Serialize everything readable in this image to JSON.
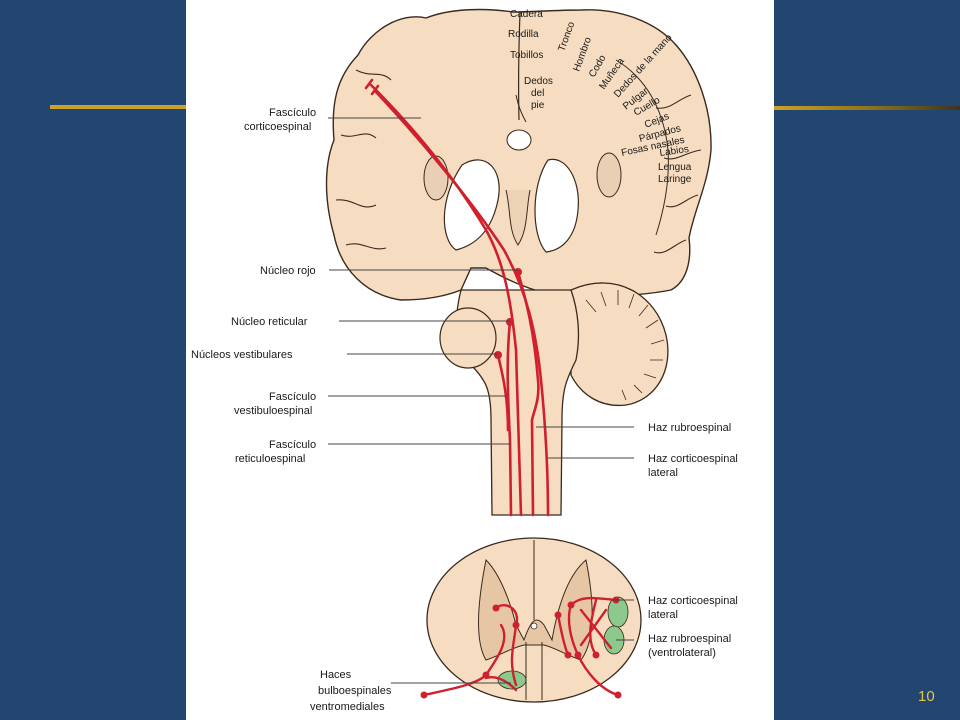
{
  "slide": {
    "number": "10"
  },
  "colors": {
    "background": "#22466f",
    "accent": "#c9a227",
    "tissue": "#f6dcc0",
    "tract": "#d0202e",
    "highlight": "#8dc98c"
  },
  "homunculus": [
    "Cadera",
    "Rodilla",
    "Tronco",
    "Tobillos",
    "Hombro",
    "Codo",
    "Dedos",
    "del",
    "pie",
    "Muñeca",
    "Dedos de la mano",
    "Pulgar",
    "Cuello",
    "Cejas",
    "Párpados",
    "Fosas nasales",
    "Labios",
    "Lengua",
    "Laringe"
  ],
  "labels": {
    "fasc_cortico_1": "Fascículo",
    "fasc_cortico_2": "corticoespinal",
    "nucleo_rojo": "Núcleo rojo",
    "nucleo_reticular": "Núcleo reticular",
    "nucleos_vestibulares": "Núcleos vestibulares",
    "fasc_vestibulo_1": "Fascículo",
    "fasc_vestibulo_2": "vestibuloespinal",
    "fasc_reticulo_1": "Fascículo",
    "fasc_reticulo_2": "reticuloespinal",
    "haz_rubro": "Haz rubroespinal",
    "haz_cortico_lat_1": "Haz corticoespinal",
    "haz_cortico_lat_2": "lateral",
    "cord_cortico_1": "Haz corticoespinal",
    "cord_cortico_2": "lateral",
    "cord_rubro_1": "Haz rubroespinal",
    "cord_rubro_2": "(ventrolateral)",
    "haces_1": "Haces",
    "haces_2": "bulboespinales",
    "haces_3": "ventromediales"
  }
}
